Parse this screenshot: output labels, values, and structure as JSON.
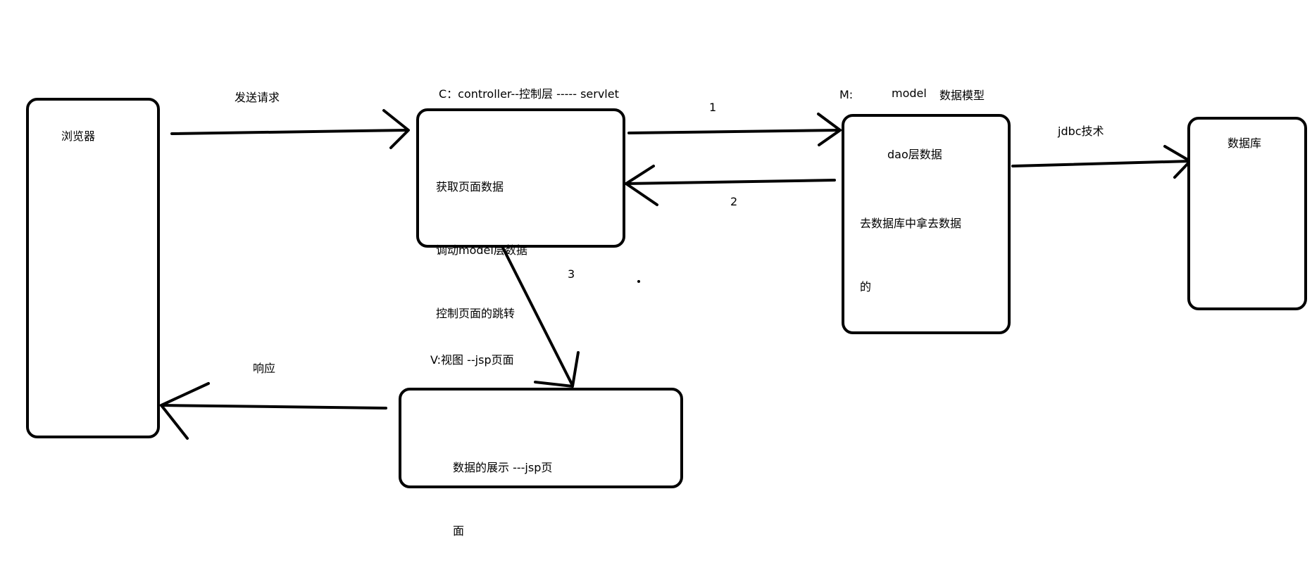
{
  "browser": {
    "label": "浏览器"
  },
  "controller": {
    "title": "C：controller--控制层    ----- servlet",
    "lines": [
      "获取页面数据",
      "调动model层数据",
      "控制页面的跳转"
    ]
  },
  "model": {
    "title_prefix": "M:",
    "title_model": "model",
    "title_desc": "数据模型",
    "box_title": "dao层数据",
    "lines": [
      "去数据库中拿去数据",
      "的"
    ]
  },
  "database": {
    "label": "数据库",
    "link_label": "jdbc技术"
  },
  "view": {
    "title": "V:视图     --jsp页面",
    "lines": [
      "数据的展示 ---jsp页",
      "面"
    ]
  },
  "arrows": {
    "send_request": "发送请求",
    "response": "响应",
    "step1": "1",
    "step2": "2",
    "step3": "3"
  },
  "colors": {
    "stroke": "#000000",
    "background": "#ffffff"
  }
}
